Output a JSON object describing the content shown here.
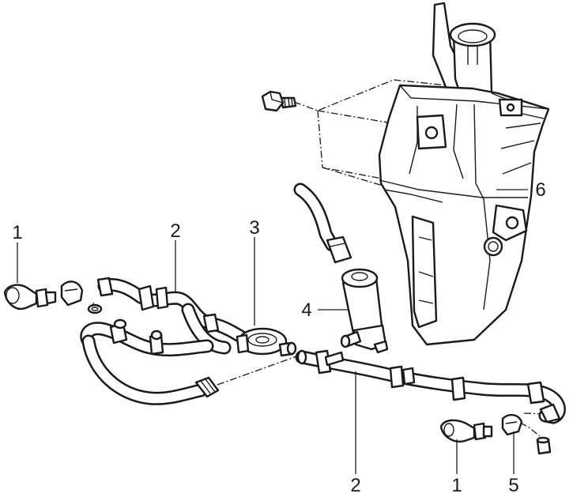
{
  "callouts": {
    "washer_nozzle_left": "1",
    "washer_nozzle_right": "1",
    "hose_upper": "2",
    "hose_lower": "2",
    "check_valve": "3",
    "washer_pump": "4",
    "clip": "5",
    "reservoir": "6"
  }
}
